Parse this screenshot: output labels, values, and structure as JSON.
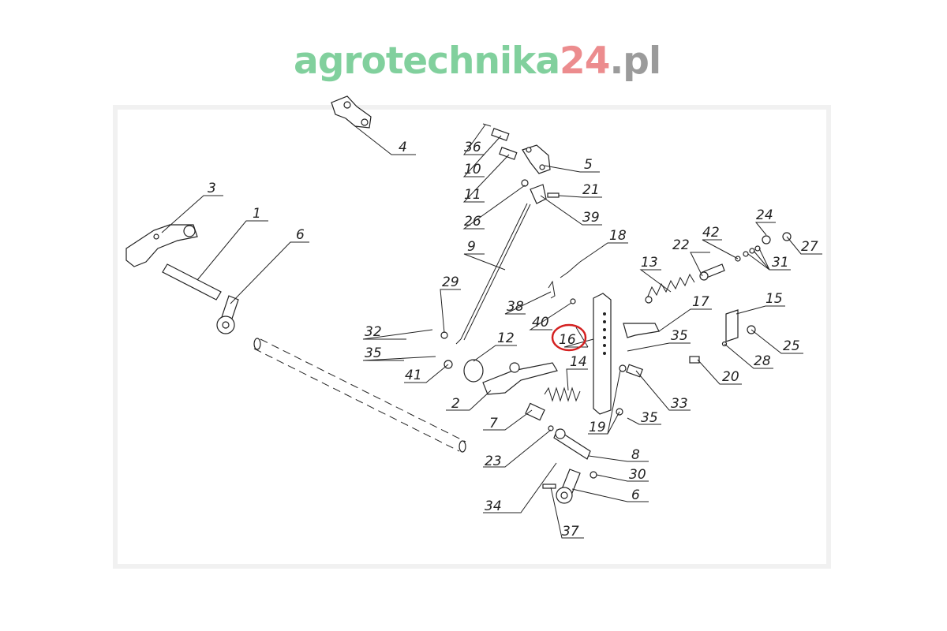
{
  "watermark": {
    "part1": "agrotechnika",
    "part2": "24",
    "part3": ".pl",
    "colors": {
      "part1": "#6cc88d",
      "part2": "#e9797b",
      "part3": "#8a8a8a"
    }
  },
  "highlight": {
    "label": "16",
    "color": "#d42020"
  },
  "labels": [
    "4",
    "36",
    "10",
    "11",
    "5",
    "21",
    "26",
    "39",
    "3",
    "1",
    "6",
    "9",
    "18",
    "22",
    "13",
    "42",
    "24",
    "27",
    "31",
    "29",
    "38",
    "17",
    "15",
    "32",
    "40",
    "16",
    "35",
    "12",
    "35",
    "28",
    "25",
    "14",
    "20",
    "41",
    "33",
    "2",
    "7",
    "19",
    "35",
    "23",
    "8",
    "30",
    "6",
    "34",
    "37"
  ]
}
